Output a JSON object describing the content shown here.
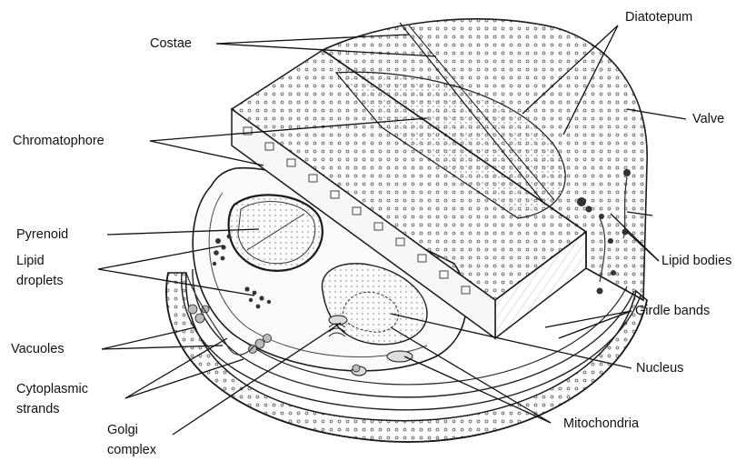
{
  "figure": {
    "subject": "diatom-cell-cutaway",
    "colors": {
      "ink": "#111111",
      "line": "#1a1a1a",
      "fill": "#f4f4f4",
      "dark": "#333333"
    }
  },
  "labels": {
    "costae": "Costae",
    "diatotepum": "Diatotepum",
    "valve": "Valve",
    "chromatophore": "Chromatophore",
    "pyrenoid": "Pyrenoid",
    "lipid_droplets_1": "Lipid",
    "lipid_droplets_2": "droplets",
    "lipid_bodies": "Lipid bodies",
    "girdle_bands": "Girdle bands",
    "vacuoles": "Vacuoles",
    "nucleus": "Nucleus",
    "cytoplasmic_strands_1": "Cytoplasmic",
    "cytoplasmic_strands_2": "strands",
    "golgi_complex_1": "Golgi",
    "golgi_complex_2": "complex",
    "mitochondria": "Mitochondria"
  }
}
